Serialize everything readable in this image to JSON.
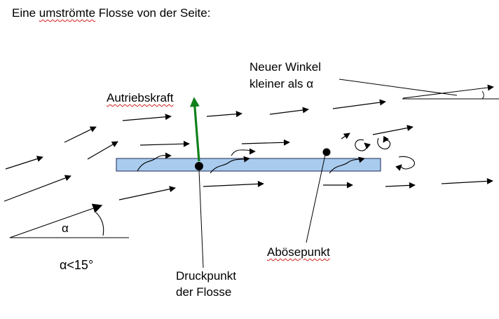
{
  "page": {
    "title_prefix": "Eine ",
    "title_marked": "umströmte",
    "title_suffix": " Flosse von der Seite:"
  },
  "labels": {
    "new_angle_line1": "Neuer Winkel",
    "new_angle_line2": "kleiner als α",
    "lift": "Autriebskraft",
    "separation_point": "Abösepunkt",
    "pressure_point_line1": "Druckpunkt",
    "pressure_point_line2": "der Flosse",
    "alpha": "α",
    "alpha_condition": "α<15°"
  },
  "colors": {
    "fin_fill": "#a9cbee",
    "fin_stroke": "#1a2a55",
    "lift_arrow": "#11801b",
    "ink": "#000000",
    "spellcheck_underline": "#d02020"
  }
}
